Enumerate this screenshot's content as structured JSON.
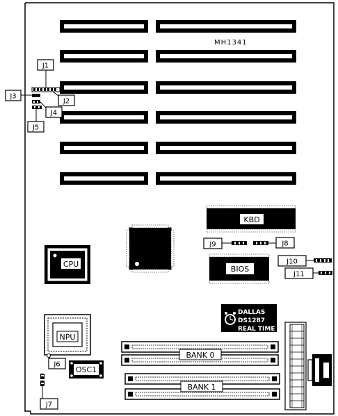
{
  "board": {
    "model": "MH1341",
    "labels": {
      "kbd": "KBD",
      "bios": "BIOS",
      "cpu": "CPU",
      "npu": "NPU",
      "osc": "OSC1",
      "bank0": "BANK 0",
      "bank1": "BANK 1"
    },
    "jumpers": {
      "j1": "J1",
      "j2": "J2",
      "j3": "J3",
      "j4": "J4",
      "j5": "J5",
      "j6": "J6",
      "j7": "J7",
      "j8": "J8",
      "j9": "J9",
      "j10": "J10",
      "j11": "J11"
    },
    "rtc": {
      "line1": "DALLAS",
      "line2": "DS1287",
      "line3": "REAL TIME"
    }
  },
  "colors": {
    "ink": "#000000",
    "paper": "#ffffff"
  }
}
